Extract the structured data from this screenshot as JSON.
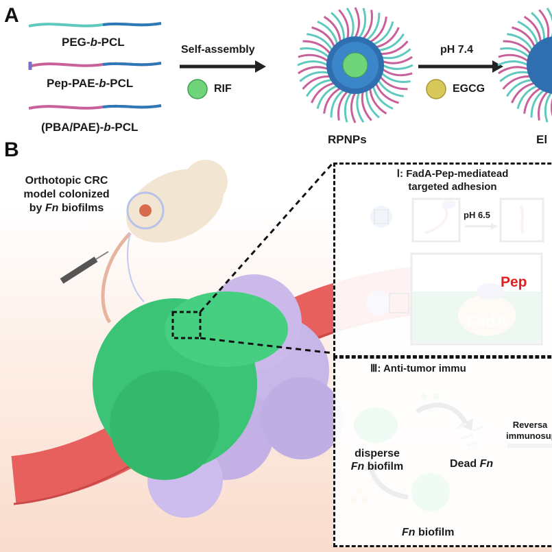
{
  "panel_a": {
    "letter": "A",
    "polymer_1": "PEG-",
    "polymer_1_b": "b",
    "polymer_1_end": "-PCL",
    "polymer_2": "Pep-PAE-",
    "polymer_2_b": "b",
    "polymer_2_end": "-PCL",
    "polymer_3": "(PBA/PAE)-",
    "polymer_3_b": "b",
    "polymer_3_end": "-PCL",
    "step1_label": "Self-assembly",
    "drug_1": "RIF",
    "product_1": "RPNPs",
    "step2_label": "pH 7.4",
    "drug_2": "EGCG",
    "product_2_partial": "El"
  },
  "panel_b": {
    "letter": "B",
    "model_line1": "Orthotopic CRC",
    "model_line2": "model colonized",
    "model_line3_pre": "by ",
    "model_line3_it": "Fn",
    "model_line3_post": " biofilms",
    "box1_title_line1": "Ⅰ: FadA-Pep-mediatead",
    "box1_title_line2": "targeted adhesion",
    "ph_label": "pH  6.5",
    "pep_label": "Pep",
    "fada_label": "FadA",
    "box3_title": "Ⅲ: Anti-tumor immu",
    "disperse_line1": "disperse",
    "disperse_line2_it": "Fn",
    "disperse_line2_post": " biofilm",
    "dead_pre": "Dead ",
    "dead_it": "Fn",
    "biofilm_it": "Fn",
    "biofilm_post": " biofilm",
    "reversal_line1": "Reversa",
    "reversal_line2": "immunosupp"
  },
  "colors": {
    "peg": "#5fc9c0",
    "pcl": "#2f78b8",
    "pep": "#c8609a",
    "rif": "#6fd47a",
    "egcg": "#d8c85a",
    "biofilm": "#3cc476",
    "tumor": "#c7b6e8",
    "vessel": "#e8605e"
  }
}
